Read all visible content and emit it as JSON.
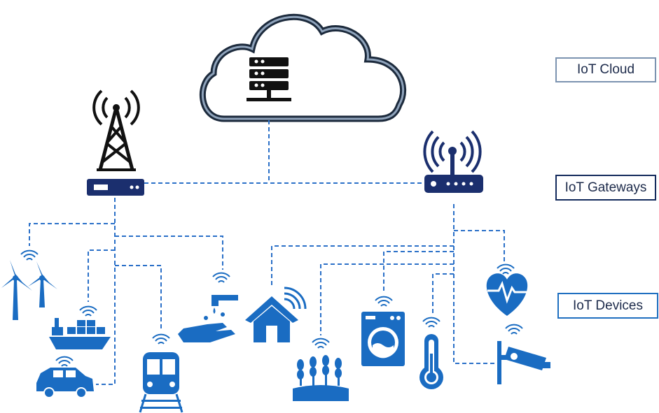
{
  "legend": {
    "cloud": "IoT Cloud",
    "gateways": "IoT Gateways",
    "devices": "IoT Devices"
  },
  "colors": {
    "device_blue": "#1a6cc2",
    "gateway_navy": "#1b2f6e",
    "link_blue": "#2b70c8",
    "cloud_outline": "#7b8fa8",
    "icon_black": "#111111"
  },
  "icons": {
    "cloud": "server-cloud-icon",
    "tower": "cell-tower-icon",
    "router": "wifi-router-icon",
    "devices": [
      "wind-turbine-icon",
      "cargo-ship-icon",
      "car-icon",
      "train-icon",
      "water-tap-icon",
      "smart-home-icon",
      "crop-field-icon",
      "washing-machine-icon",
      "thermometer-icon",
      "heart-rate-icon",
      "security-camera-icon"
    ]
  }
}
